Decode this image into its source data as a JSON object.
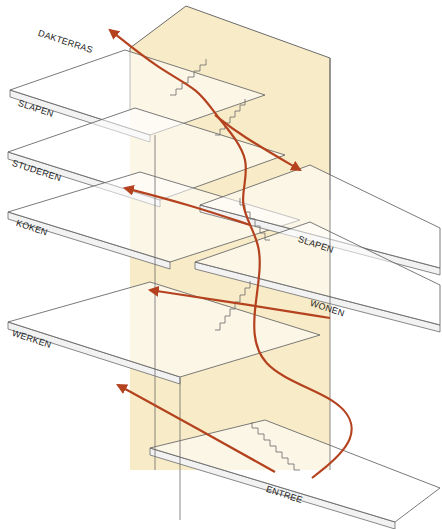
{
  "diagram": {
    "labels": [
      "DAKTERRAS",
      "SLAPEN",
      "STUDEREN",
      "KOKEN",
      "WERKEN",
      "SLAPEN",
      "WONEN",
      "ENTREE"
    ]
  }
}
